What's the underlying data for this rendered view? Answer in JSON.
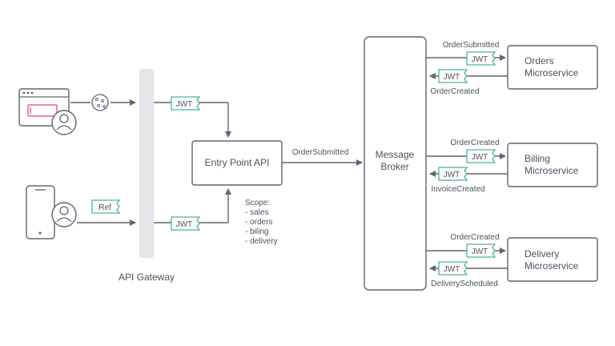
{
  "gateway": {
    "label": "API Gateway"
  },
  "entry_point": {
    "label": "Entry Point API"
  },
  "broker": {
    "line1": "Message",
    "line2": "Broker"
  },
  "token_label": "JWT",
  "ref_token_label": "Ref",
  "main_flow_label": "OrderSubmitted",
  "scope": {
    "title": "Scope:",
    "items": [
      "- sales",
      "- orders",
      "- biling",
      "- delivery"
    ]
  },
  "services": [
    {
      "line1": "Orders",
      "line2": "Microservice",
      "in_label": "OrderSubmitted",
      "out_label": "OrderCreated"
    },
    {
      "line1": "Billing",
      "line2": "Microservice",
      "in_label": "OrderCreated",
      "out_label": "InvoiceCreated"
    },
    {
      "line1": "Delivery",
      "line2": "Microservice",
      "in_label": "OrderCreated",
      "out_label": "DeliveryScheduled"
    }
  ],
  "colors": {
    "line": "#5f6573",
    "token_border": "#4bb39a",
    "browser_field": "#e0457b",
    "gateway_bar": "#e4e5e9"
  }
}
